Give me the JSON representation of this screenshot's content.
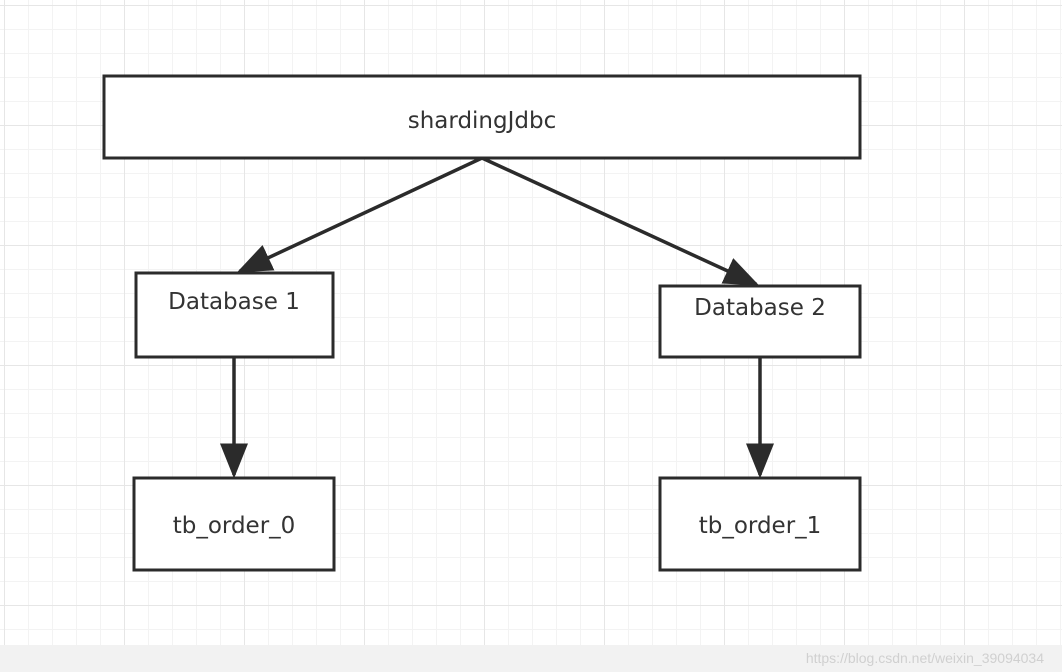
{
  "nodes": {
    "sharding": {
      "label": "shardingJdbc"
    },
    "db1": {
      "label": "Database 1"
    },
    "db2": {
      "label": "Database 2"
    },
    "tb0": {
      "label": "tb_order_0"
    },
    "tb1": {
      "label": "tb_order_1"
    }
  },
  "edges": [
    {
      "from": "sharding",
      "to": "db1"
    },
    {
      "from": "sharding",
      "to": "db2"
    },
    {
      "from": "db1",
      "to": "tb0"
    },
    {
      "from": "db2",
      "to": "tb1"
    }
  ],
  "watermark": "https://blog.csdn.net/weixin_39094034",
  "colors": {
    "stroke": "#2b2b2b",
    "text": "#333333",
    "grid": "#e6e6e6"
  }
}
